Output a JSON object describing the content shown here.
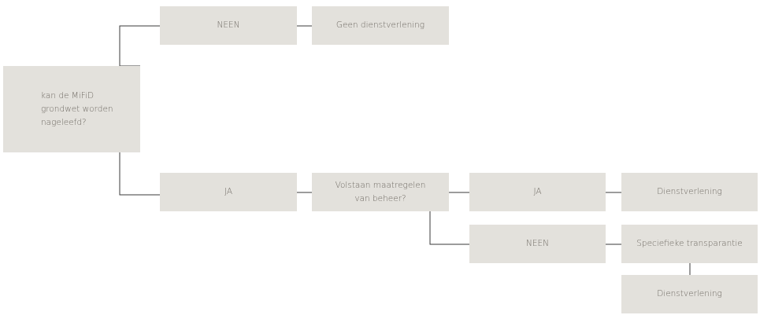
{
  "nodes": {
    "root": "kan de MiFiD\ngrondwet worden\nnageleefd?",
    "neen_top": "NEEN",
    "geen": "Geen dienstverlening",
    "ja_main": "JA",
    "volstaan": "Volstaan maatregelen\nvan beheer?",
    "ja_right": "JA",
    "dienst_top": "Dienstverlening",
    "neen_bottom": "NEEN",
    "specifiek": "Speciefieke transparantie",
    "dienst_bottom": "Dienstverlening"
  },
  "colors": {
    "box_fill": "#e3e1dc",
    "text": "#6f6a63",
    "connector": "#3a3a3a"
  }
}
